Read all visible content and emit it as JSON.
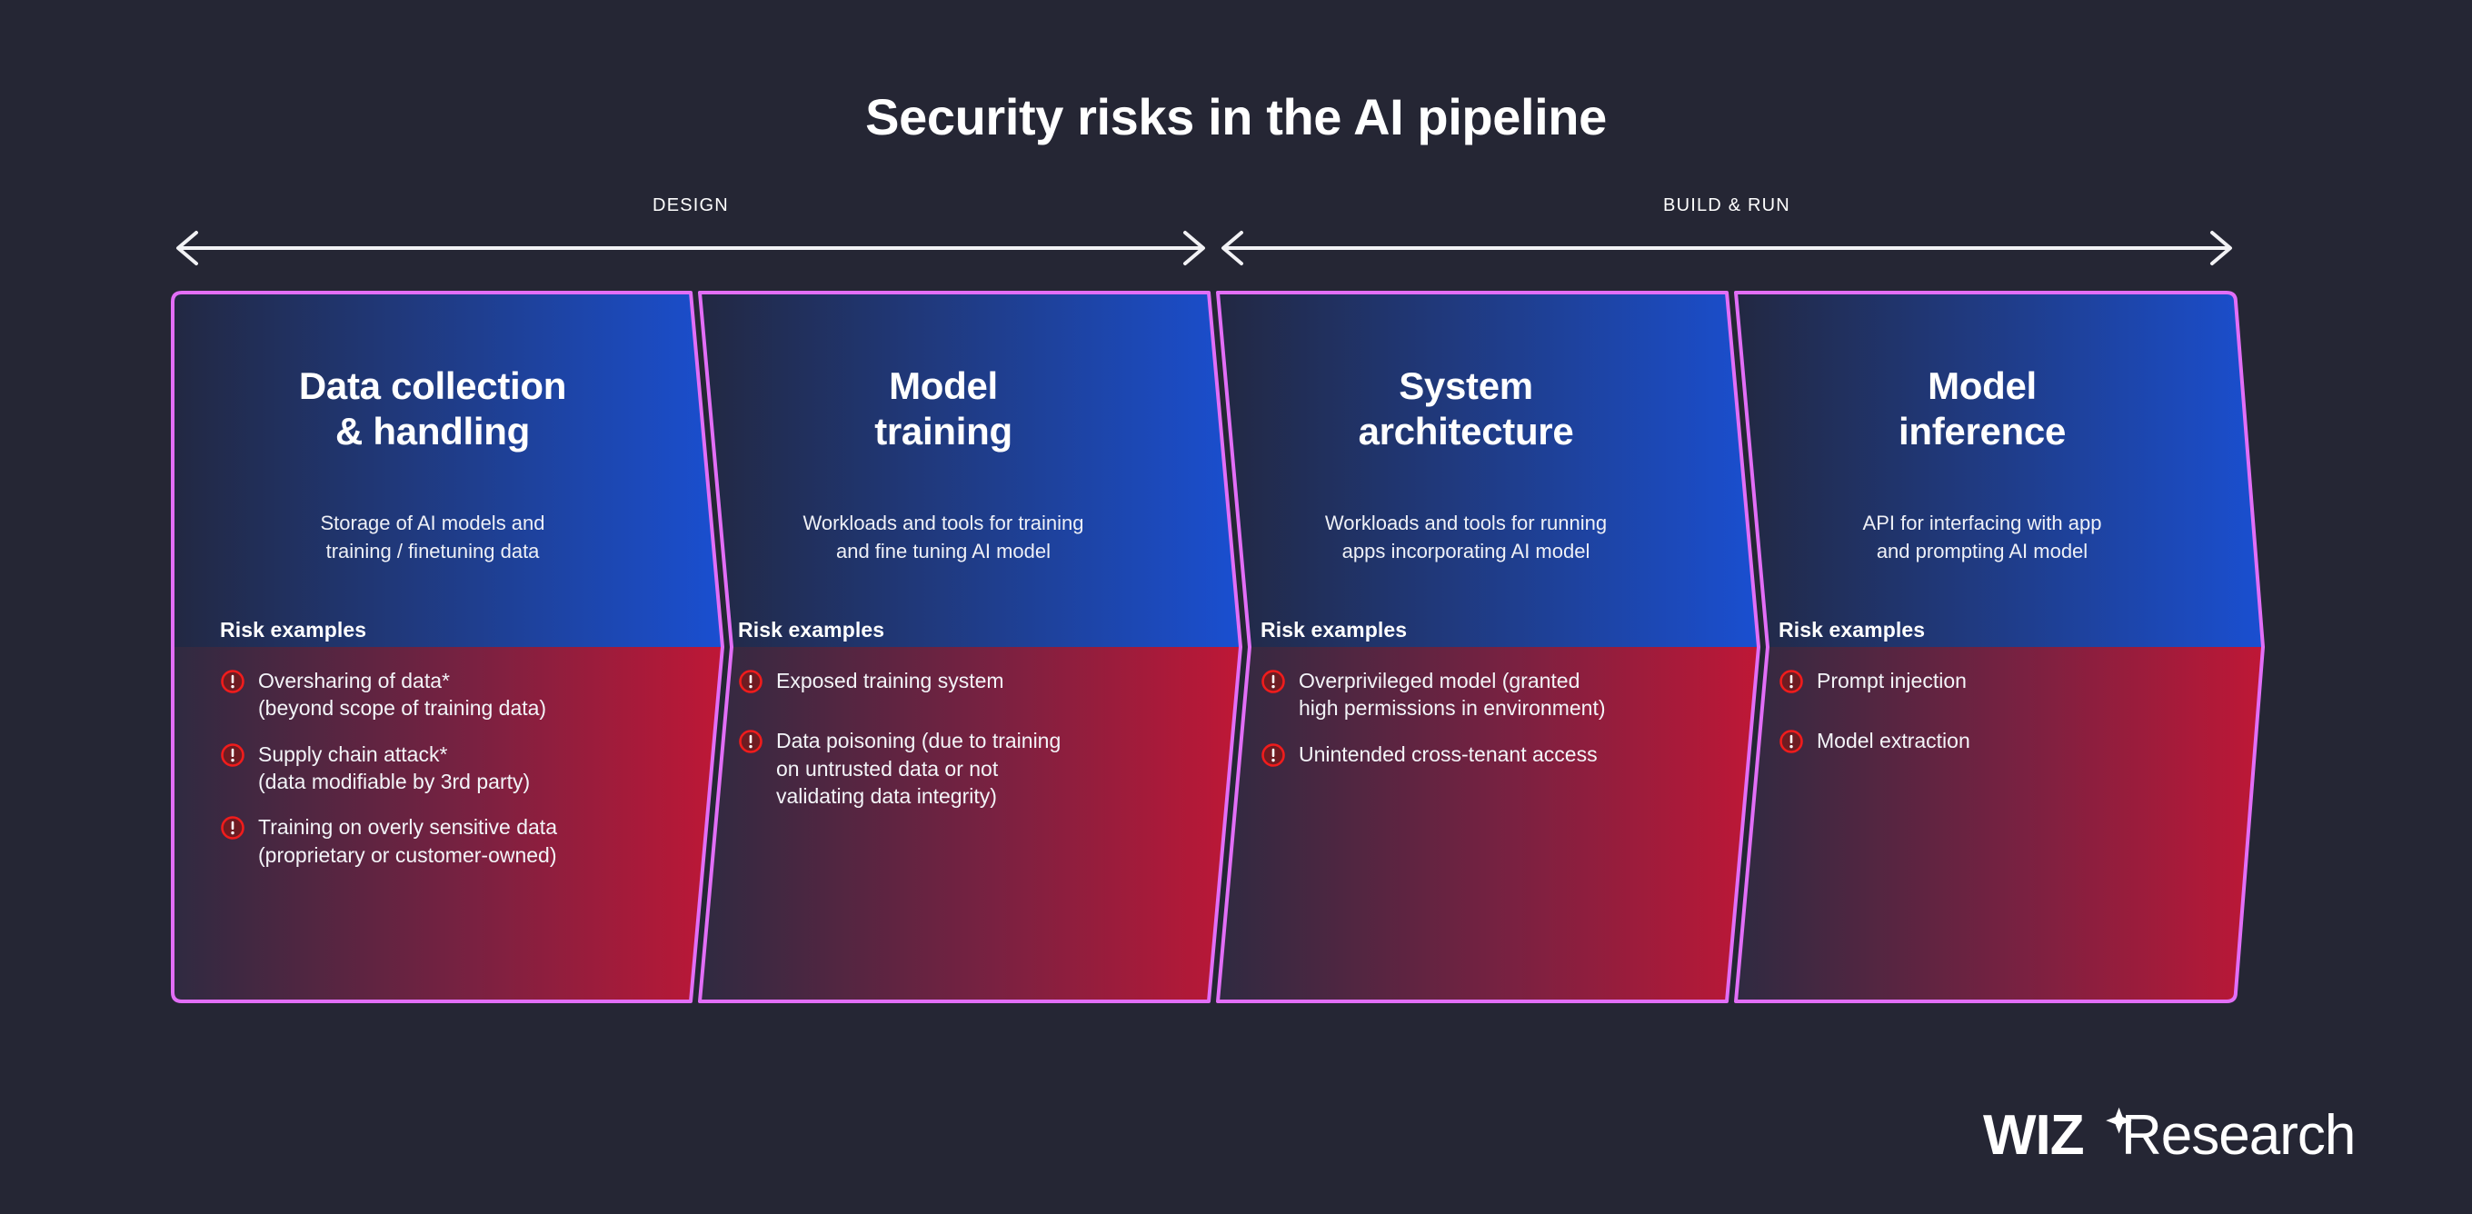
{
  "title": "Security risks in the AI pipeline",
  "phases": [
    {
      "label": "DESIGN"
    },
    {
      "label": "BUILD & RUN"
    }
  ],
  "risk_heading": "Risk examples",
  "stages": [
    {
      "title": "Data collection\n& handling",
      "description": "Storage of AI models and\ntraining / finetuning data",
      "risks": [
        "Oversharing of data*\n(beyond scope of training data)",
        "Supply chain attack*\n(data modifiable by 3rd party)",
        "Training on overly sensitive data\n(proprietary or customer-owned)"
      ]
    },
    {
      "title": "Model\ntraining",
      "description": "Workloads and tools for training\nand fine tuning AI model",
      "risks": [
        "Exposed training system",
        "Data poisoning (due to training\non untrusted data or not\nvalidating data integrity)"
      ]
    },
    {
      "title": "System\narchitecture",
      "description": "Workloads and tools for running\napps incorporating AI model",
      "risks": [
        "Overprivileged model (granted\nhigh permissions in environment)",
        "Unintended cross-tenant access"
      ]
    },
    {
      "title": "Model\ninference",
      "description": "API for interfacing with app\nand prompting AI model",
      "risks": [
        "Prompt injection",
        "Model extraction"
      ]
    }
  ],
  "logo": {
    "brand": "WIZ",
    "suffix": "Research",
    "sparkle_icon": "sparkle-icon"
  },
  "colors": {
    "background": "#252634",
    "panel_border": "#e26ef7",
    "blue_dark": "#222842",
    "blue_bright": "#1a4fd1",
    "red_dark": "#2f2a41",
    "red_bright": "#bf1736",
    "risk_icon_ring": "#f01c1c",
    "risk_icon_fill": "#6e1c22",
    "text": "#ffffff",
    "axis": "#f2f2f5"
  }
}
